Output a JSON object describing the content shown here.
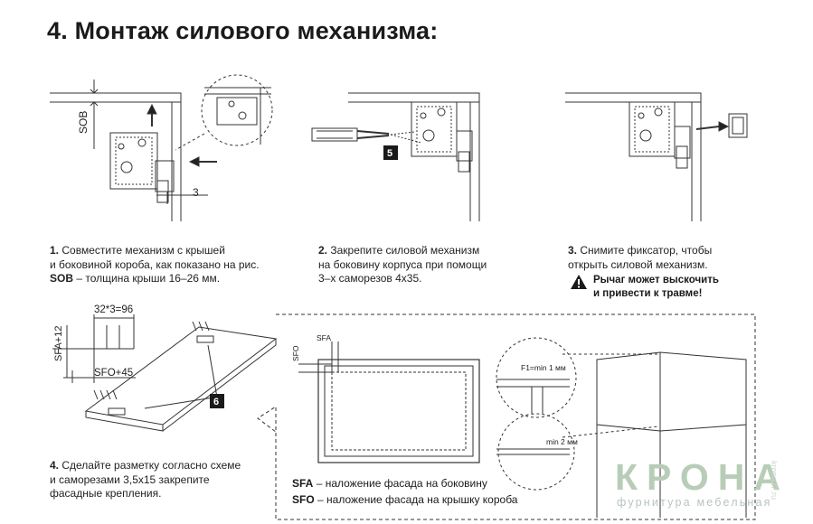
{
  "title": "4. Монтаж силового механизма:",
  "step1": {
    "num": "1.",
    "line1": "Совместите механизм с крышей",
    "line2": "и боковиной короба, как показано на рис.",
    "sob_term": "SOB",
    "sob_desc": "– толщина крыши 16–26 мм."
  },
  "step2": {
    "num": "2.",
    "line1": "Закрепите силовой механизм",
    "line2": "на боковину корпуса при помощи",
    "line3": "3–х саморезов 4х35."
  },
  "step3": {
    "num": "3.",
    "line1": "Снимите фиксатор, чтобы",
    "line2": "открыть силовой механизм."
  },
  "warning": {
    "icon": "warning-triangle-icon",
    "line1": "Рычаг может выскочить",
    "line2": "и привести к травме!"
  },
  "step4": {
    "num": "4.",
    "line1": "Сделайте разметку согласно схеме",
    "line2": "и саморезами 3,5х15 закрепите",
    "line3": "фасадные крепления."
  },
  "legend": {
    "sfa_term": "SFA",
    "sfa_desc": "– наложение фасада на боковину",
    "sfo_term": "SFO",
    "sfo_desc": "– наложение фасада на крышку короба"
  },
  "figure_labels": {
    "sob": "SOB",
    "offset_3": "3",
    "screw_count": "5",
    "pitch": "32*3=96",
    "sfa_plus": "SFA+12",
    "sfo_plus": "SFO+45",
    "screw_count_2": "6",
    "sfa": "SFA",
    "sfo": "SFO",
    "f1": "F1=min 1 мм",
    "min2": "min 2 мм"
  },
  "brand": {
    "name": "КРОНА",
    "tagline": "фурнитура мебельная",
    "side": "krona27.ru"
  },
  "colors": {
    "text": "#1a1a1a",
    "line": "#333333",
    "logo": "#b8cdb8"
  }
}
